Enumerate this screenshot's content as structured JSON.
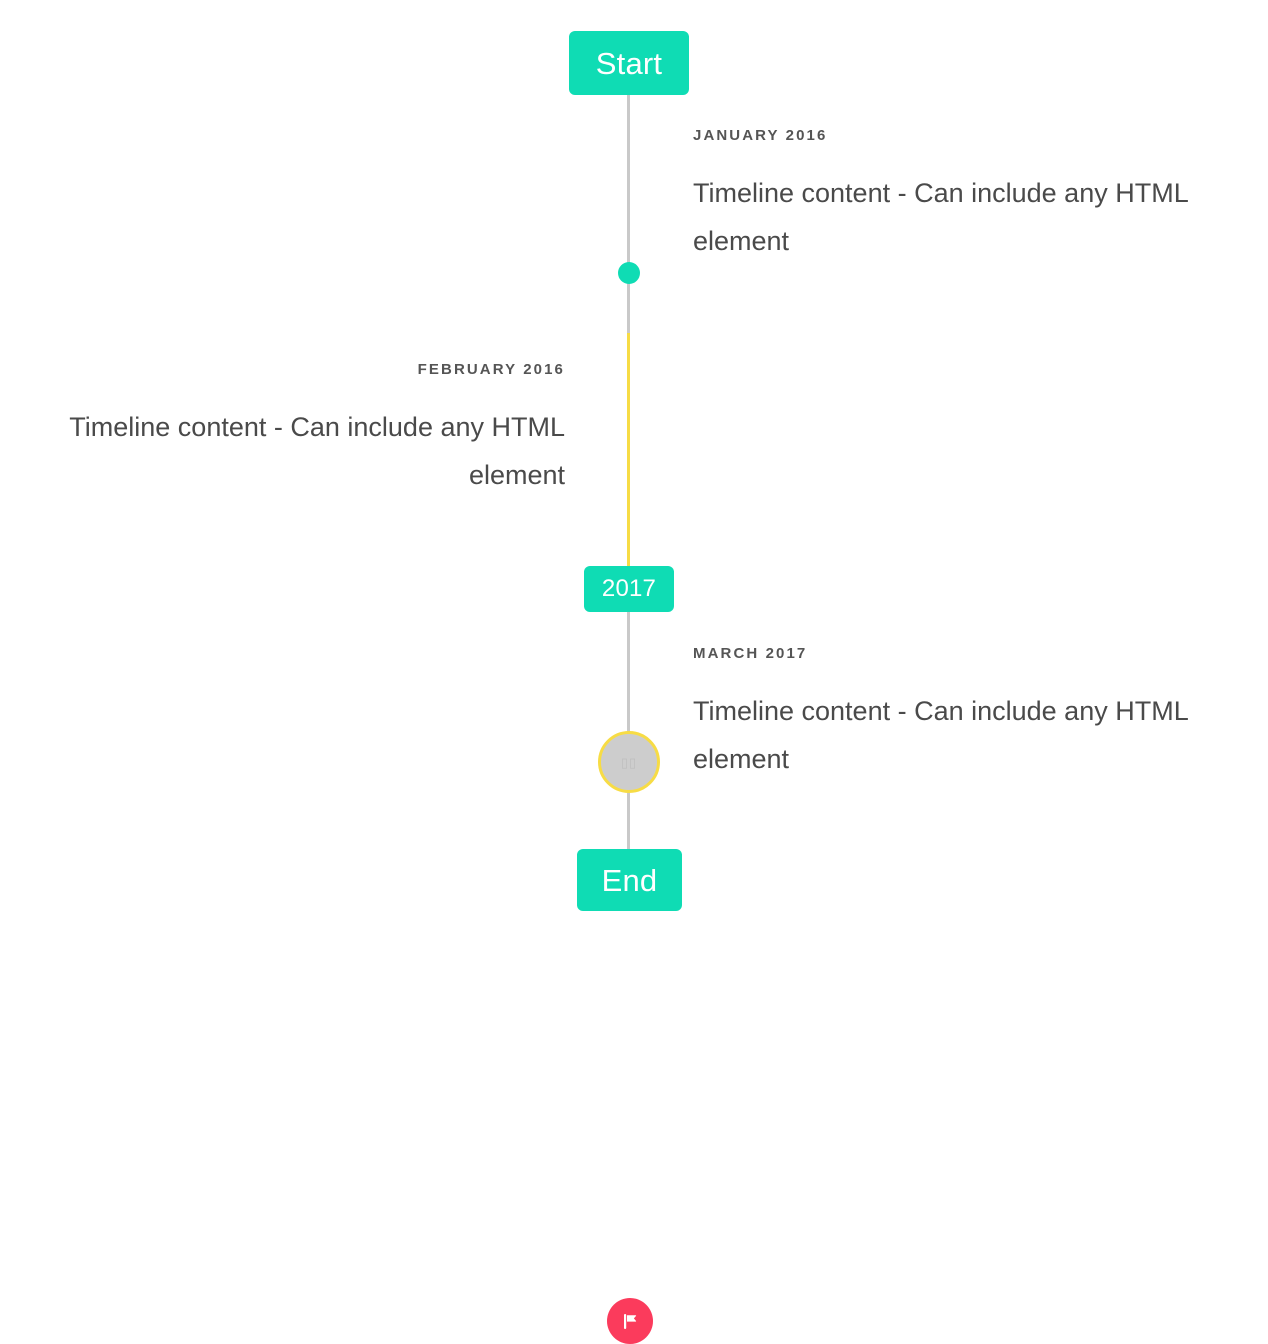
{
  "colors": {
    "accent_teal": "#0fdcb4",
    "rail_gray": "#c9c9c9",
    "rail_highlight_yellow": "#f7dc45",
    "marker_pink": "#fb3b5c",
    "marker_ring_fill": "#cdcdcd",
    "date_text": "#555555",
    "body_text": "#4a4a4a",
    "badge_text": "#ffffff",
    "background": "#ffffff"
  },
  "timeline": {
    "start_label": "Start",
    "end_label": "End",
    "year_marker_label": "2017",
    "events": [
      {
        "date": "January 2016",
        "content": "Timeline content - Can include any HTML element",
        "side": "right",
        "marker": "dot-icon"
      },
      {
        "date": "February 2016",
        "content": "Timeline content - Can include any HTML element",
        "side": "left",
        "marker": "broken-image-icon",
        "marker_glyph": "▯▯"
      },
      {
        "date": "March 2017",
        "content": "Timeline content - Can include any HTML element",
        "side": "right",
        "marker": "flag-icon"
      }
    ]
  }
}
